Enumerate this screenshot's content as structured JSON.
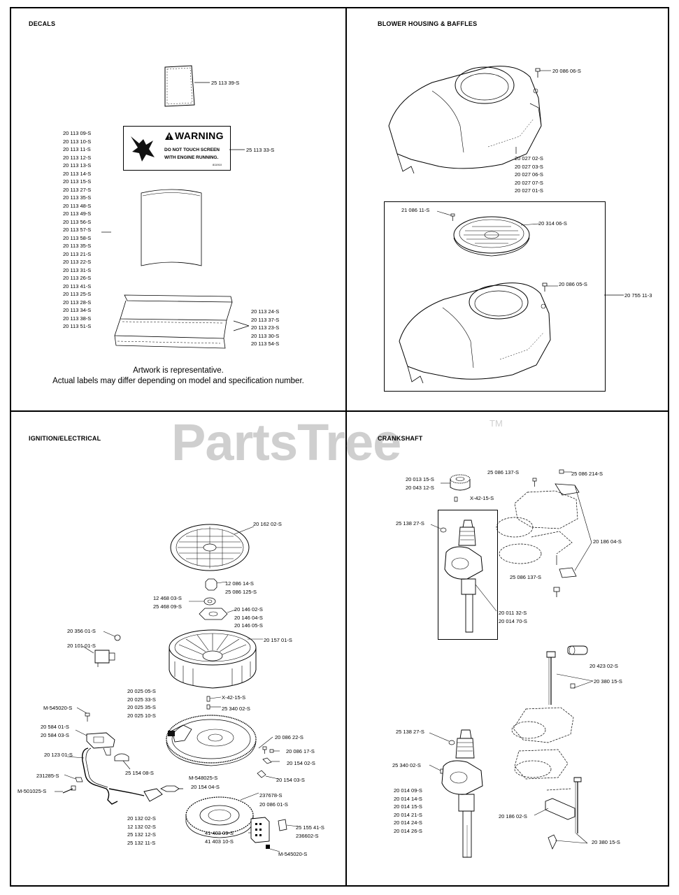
{
  "watermark": {
    "text": "PartsTree",
    "tm": "TM"
  },
  "decals": {
    "title": "DECALS",
    "label_card": "25 113 39-S",
    "label_warning": "25 113 33-S",
    "warning_heading": "WARNING",
    "warning_line1": "DO NOT TOUCH SCREEN",
    "warning_line2": "WITH ENGINE RUNNING.",
    "warning_code": "811910",
    "list": [
      "20 113 09-S",
      "20 113 10-S",
      "20 113 11-S",
      "20 113 12-S",
      "20 113 13-S",
      "20 113 14-S",
      "20 113 15-S",
      "20 113 27-S",
      "20 113 35-S",
      "20 113 48-S",
      "20 113 49-S",
      "20 113 56-S",
      "20 113 57-S",
      "20 113 58-S",
      "20 113 35-S",
      "20 113 21-S",
      "20 113 22-S",
      "20 113 31-S",
      "20 113 26-S",
      "20 113 41-S",
      "20 113 25-S",
      "20 113 28-S",
      "20 113 34-S",
      "20 113 38-S",
      "20 113 51-S"
    ],
    "list_highlight": "20 113 56-S",
    "group2": [
      "20 113 24-S",
      "20 113 37-S",
      "20 113 23-S",
      "20 113 30-S",
      "20 113 54-S"
    ],
    "note_line1": "Artwork is representative.",
    "note_line2": "Actual labels may differ depending on model and specification number."
  },
  "blower": {
    "title": "BLOWER HOUSING & BAFFLES",
    "screw_top": "20 086 06-S",
    "housing_list": [
      "20 027 02-S",
      "20 027 03-S",
      "20 027 06-S",
      "20 027 07-S",
      "20 027 01-S"
    ],
    "screw_screen": "21 086 11-S",
    "screen": "20 314 06-S",
    "screw_kit": "20 086 05-S",
    "kit": "20 755 11-3"
  },
  "ignition": {
    "title": "IGNITION/ELECTRICAL",
    "screen": "20 162 02-S",
    "nut": [
      "12 086 14-S",
      "25 086 125-S"
    ],
    "washer": [
      "12 468 03-S",
      "25 468 09-S"
    ],
    "hub": [
      "20 146 02-S",
      "20 146 04-S",
      "20 146 05-S"
    ],
    "screw_rect": "20 356 01-S",
    "rectifier": "20 101 01-S",
    "flywheel": "20 157 01-S",
    "stator_list": [
      "20 025 05-S",
      "20 025 33-S",
      "20 025 35-S",
      "20 025 10-S"
    ],
    "key1": "X-42-15-S",
    "key2": "25 340 02-S",
    "m_bolt_top": "M-545020-S",
    "bracket": [
      "20 584 01-S",
      "20 584 03-S"
    ],
    "wire": "20 123 01-S",
    "clip": "231285-S",
    "m_bolt_left": "M-501025-S",
    "clamp": "25 154 08-S",
    "screw1": "20 086 22-S",
    "screw2": "20 086 17-S",
    "clip2": "20 154 02-S",
    "m_bolt_mid": "M-548025-S",
    "clip3": "20 154 04-S",
    "clip4": "20 154 03-S",
    "part237": "237678-S",
    "stator_screw": "20 086 01-S",
    "coil_list": [
      "20 132 02-S",
      "12 132 02-S",
      "25 132 12-S",
      "25 132 11-S"
    ],
    "module": [
      "41 403 09-S",
      "41 403 10-S"
    ],
    "module2": [
      "25 155 41-S",
      "236602-S"
    ],
    "m_bolt_bottom": "M-545020-S"
  },
  "crankshaft": {
    "title": "CRANKSHAFT",
    "gear": [
      "20 013 15-S",
      "20 043 12-S"
    ],
    "key": "X-42-15-S",
    "screw_a": "25 086 137-S",
    "screw_b": "25 086 214-S",
    "rod_kit": "20 186 04-S",
    "screw_c": "25 086 137-S",
    "key_top": "25 138 27-S",
    "crank_top": [
      "20 011 32-S",
      "20 014 70-S"
    ],
    "dowel": "20 423 02-S",
    "bolt": "20 380 15-S",
    "key_bot": "25 138 27-S",
    "key_bot2": "25 340 02-S",
    "crank_bot": [
      "20 014 09-S",
      "20 014 14-S",
      "20 014 15-S",
      "20 014 21-S",
      "20 014 24-S",
      "20 014 26-S"
    ],
    "rod": "20 186 02-S",
    "bolt_bottom": "20 380 15-S"
  }
}
